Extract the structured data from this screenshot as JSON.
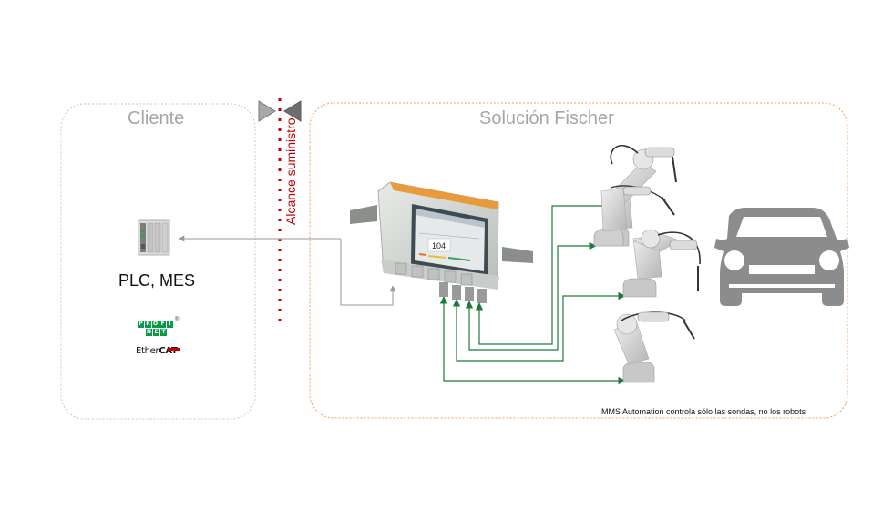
{
  "client": {
    "title": "Cliente",
    "system_label": "PLC, MES"
  },
  "fischer": {
    "title": "Solución Fischer"
  },
  "scope": {
    "label": "Alcance suministro"
  },
  "device": {
    "display_value": "104"
  },
  "protocols": {
    "profinet_top": "PROFI",
    "profinet_bottom": "NET",
    "ethercat": "EtherCAT"
  },
  "footnote": "MMS Automation controla sólo las sondas, no los robots",
  "colors": {
    "connection": "#1e7a3a",
    "scope_line": "#c00000",
    "client_border": "#c8c8c8",
    "fischer_border": "#e8a060"
  },
  "icons": [
    "plc-rack-icon",
    "measuring-instrument-icon",
    "robot-arm-icon",
    "car-icon",
    "scope-marker-icon"
  ]
}
